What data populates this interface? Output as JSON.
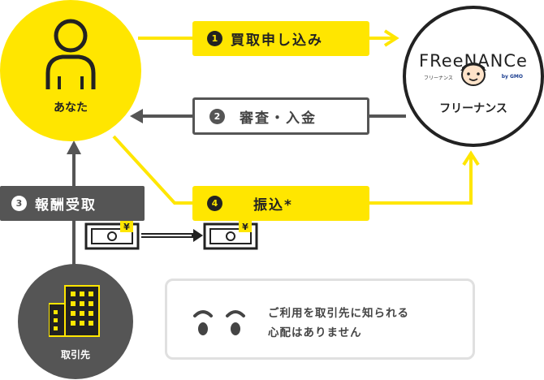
{
  "nodes": {
    "you": {
      "label": "あなた"
    },
    "freenance": {
      "brand": "FReeNANCe",
      "subtitle_kana": "フリーナンス",
      "subtitle_by": "by GMO",
      "label": "フリーナンス"
    },
    "client": {
      "label": "取引先"
    }
  },
  "steps": [
    {
      "num": "1",
      "label": "買取申し込み"
    },
    {
      "num": "2",
      "label": "審査・入金"
    },
    {
      "num": "3",
      "label": "報酬受取"
    },
    {
      "num": "4",
      "label": "振込*"
    }
  ],
  "bill": {
    "currency": "¥"
  },
  "note": {
    "line1": "ご利用を取引先に知られる",
    "line2": "心配はありません"
  },
  "colors": {
    "yellow": "#ffe600",
    "dark": "#555555",
    "black": "#222222"
  },
  "icons": [
    "person-icon",
    "face-icon",
    "building-icon",
    "banknote-icon",
    "eyes-icon",
    "arrow-icon"
  ]
}
